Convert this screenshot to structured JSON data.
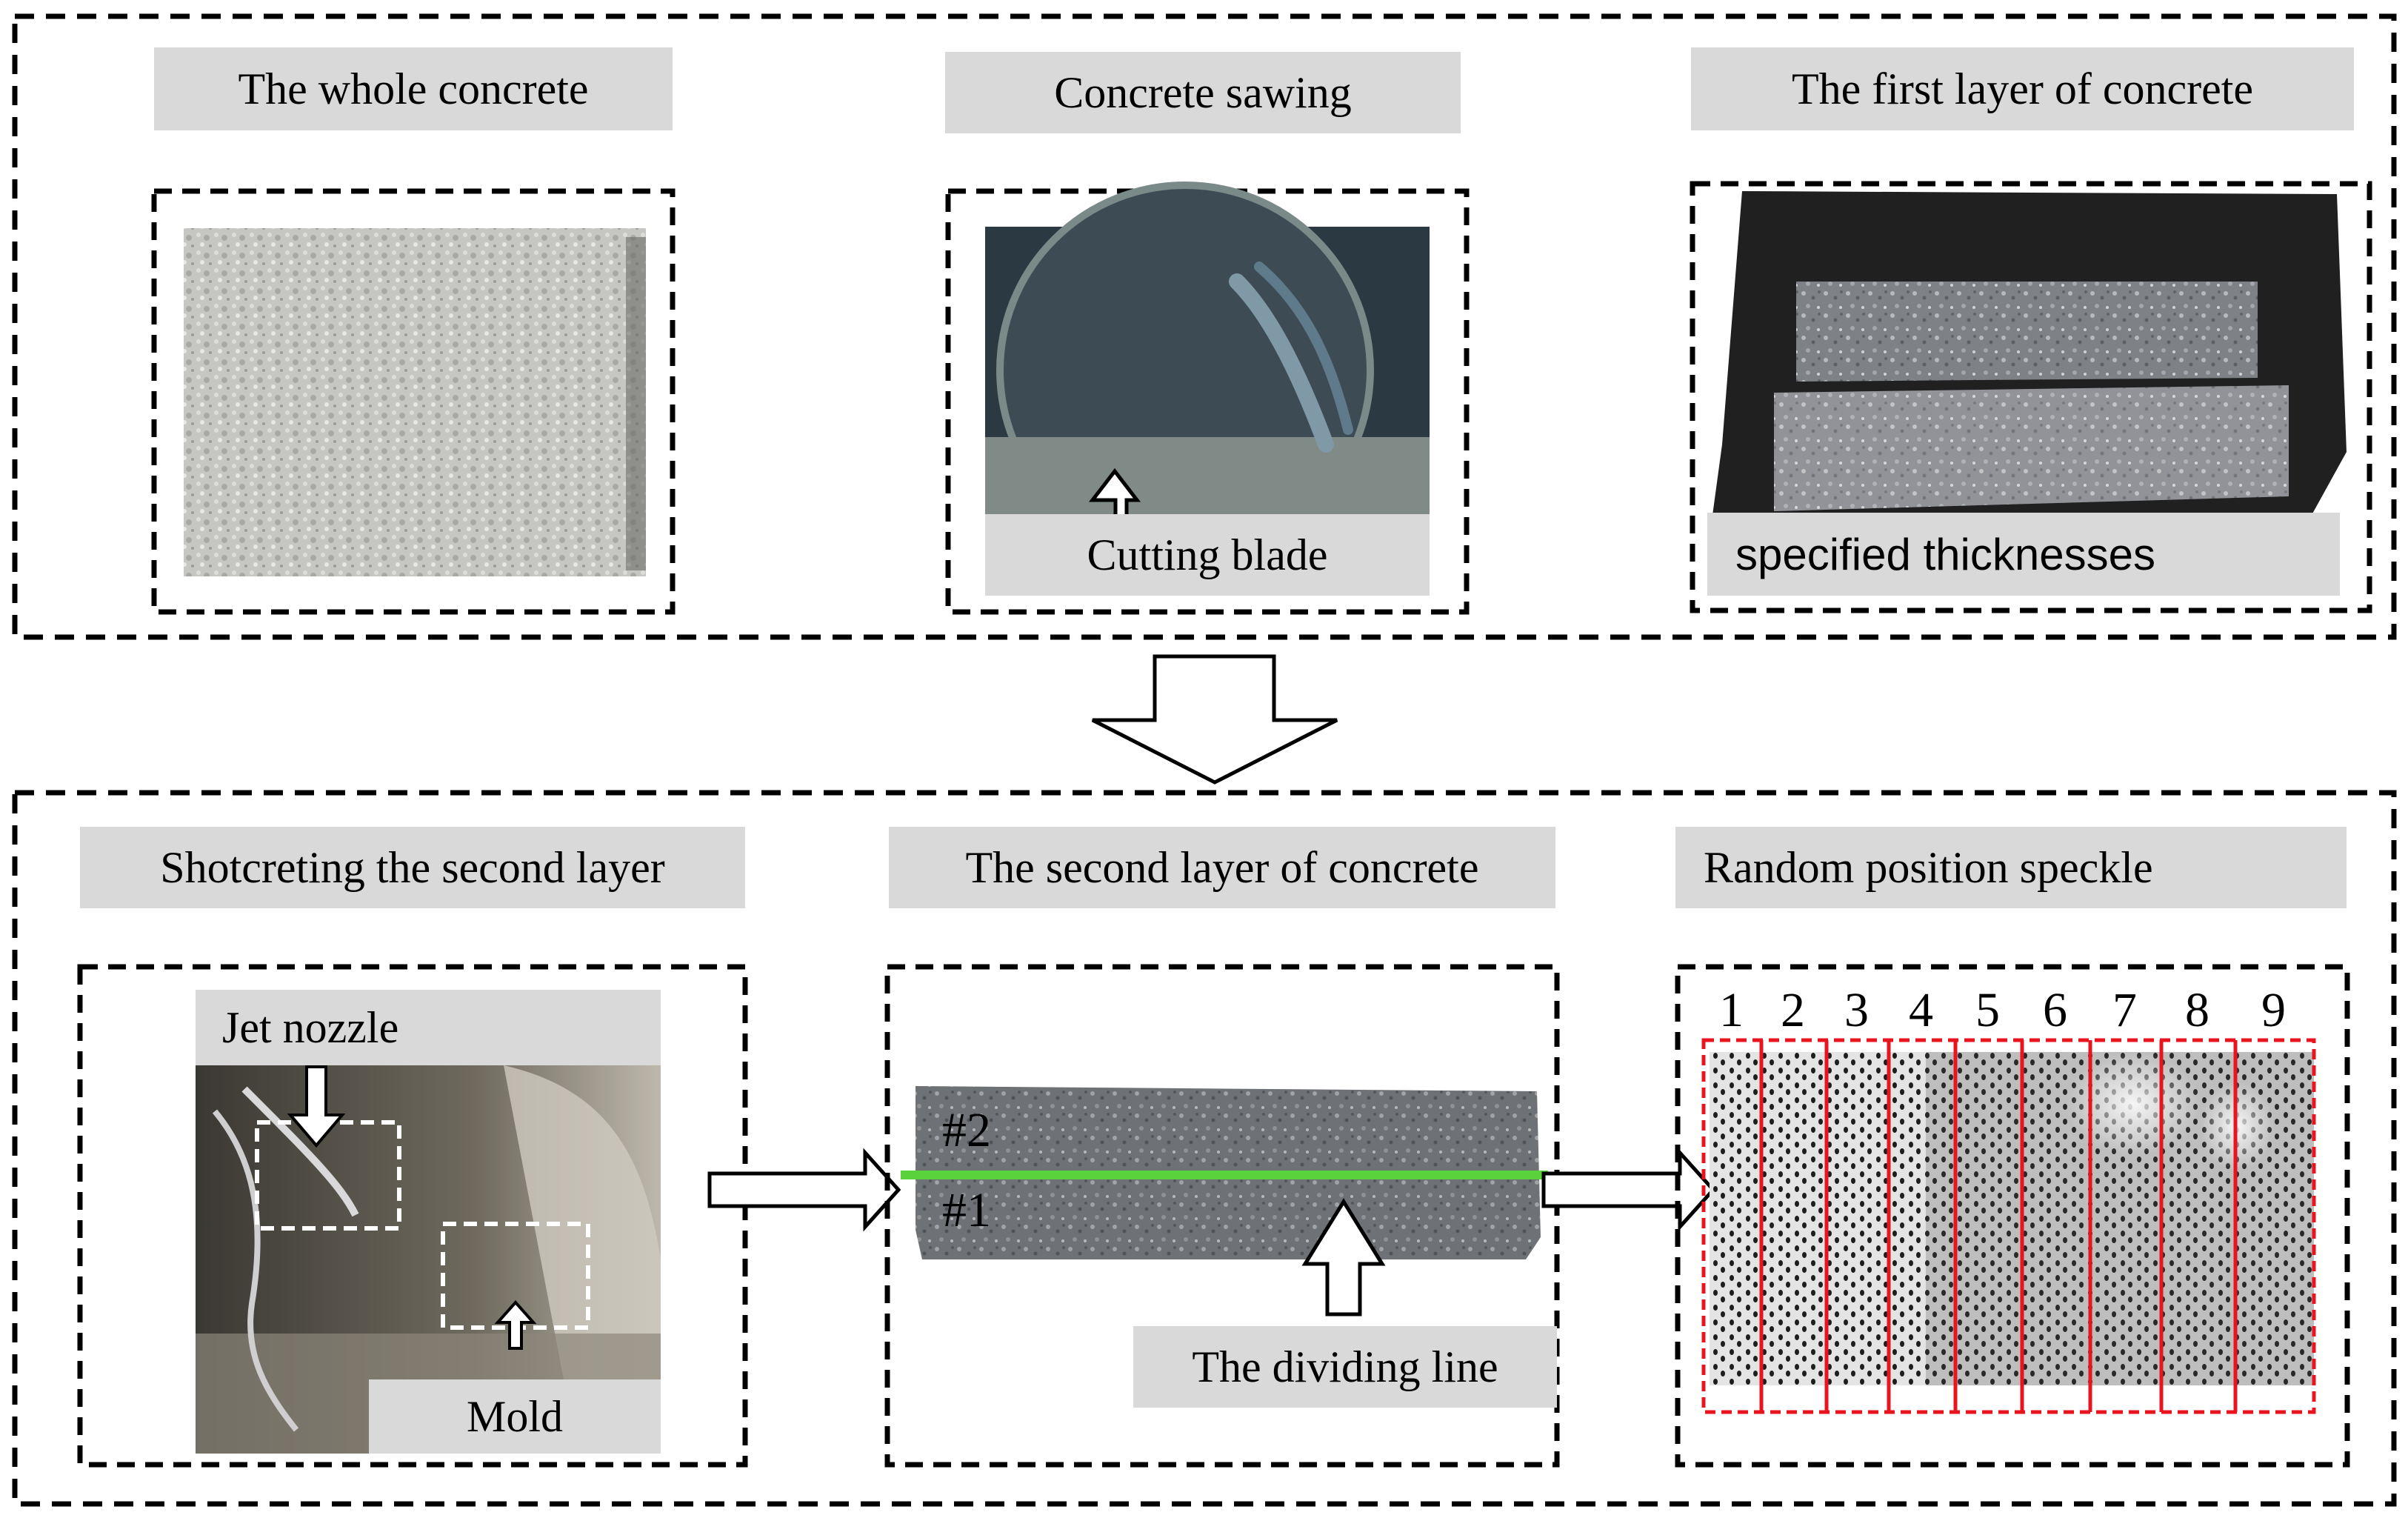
{
  "top_stage": {
    "whole_concrete_label": "The whole concrete",
    "sawing_label": "Concrete sawing",
    "cutting_blade_label": "Cutting blade",
    "first_layer_label": "The first layer of concrete",
    "specified_thickness_label": "specified thicknesses"
  },
  "bottom_stage": {
    "shotcreting_label": "Shotcreting the second layer",
    "jet_nozzle_label": "Jet nozzle",
    "mold_label": "Mold",
    "second_layer_label": "The second layer of concrete",
    "layer_top_mark": "#2",
    "layer_bottom_mark": "#1",
    "dividing_line_label": "The dividing line",
    "speckle_label": "Random position speckle",
    "speckle_regions": [
      "1",
      "2",
      "3",
      "4",
      "5",
      "6",
      "7",
      "8",
      "9"
    ]
  },
  "colors": {
    "label_bg": "#d9d9d9",
    "dividing_line": "#5ad23c",
    "speckle_frame": "#e8141e"
  }
}
